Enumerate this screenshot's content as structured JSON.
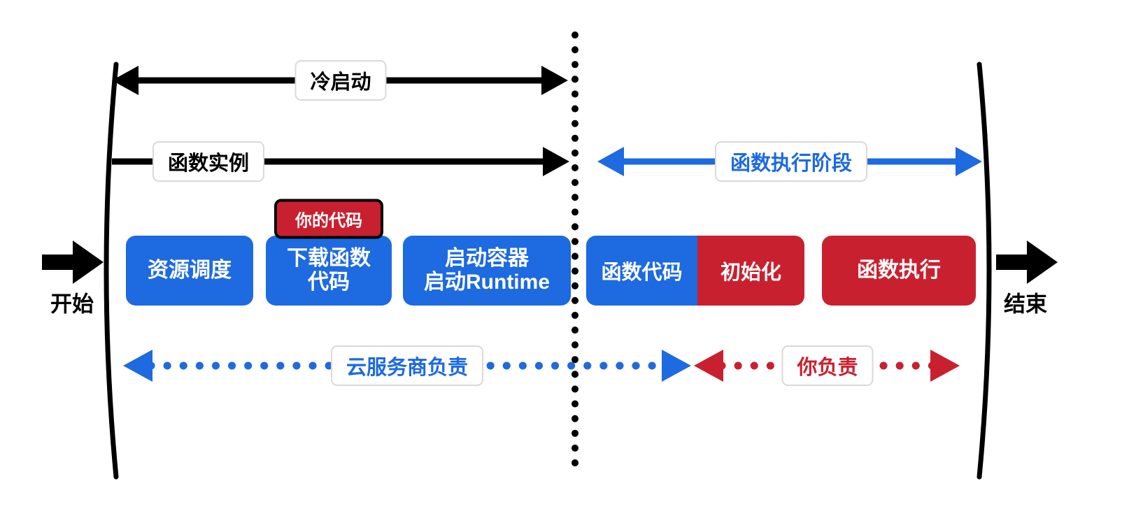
{
  "colors": {
    "blue": "#1d6ae1",
    "red": "#c9202f",
    "black": "#000000"
  },
  "endpoints": {
    "start": "开始",
    "end": "结束"
  },
  "labels": {
    "cold_start": "冷启动",
    "function_instance": "函数实例",
    "execution_phase": "函数执行阶段",
    "provider_scope": "云服务商负责",
    "user_scope": "你负责"
  },
  "boxes": {
    "your_code": "你的代码",
    "resource_scheduling": "资源调度",
    "download_line1": "下载函数",
    "download_line2": "代码",
    "container_line1": "启动容器",
    "container_line2": "启动Runtime",
    "function_code": "函数代码",
    "initialization": "初始化",
    "function_execution": "函数执行"
  }
}
